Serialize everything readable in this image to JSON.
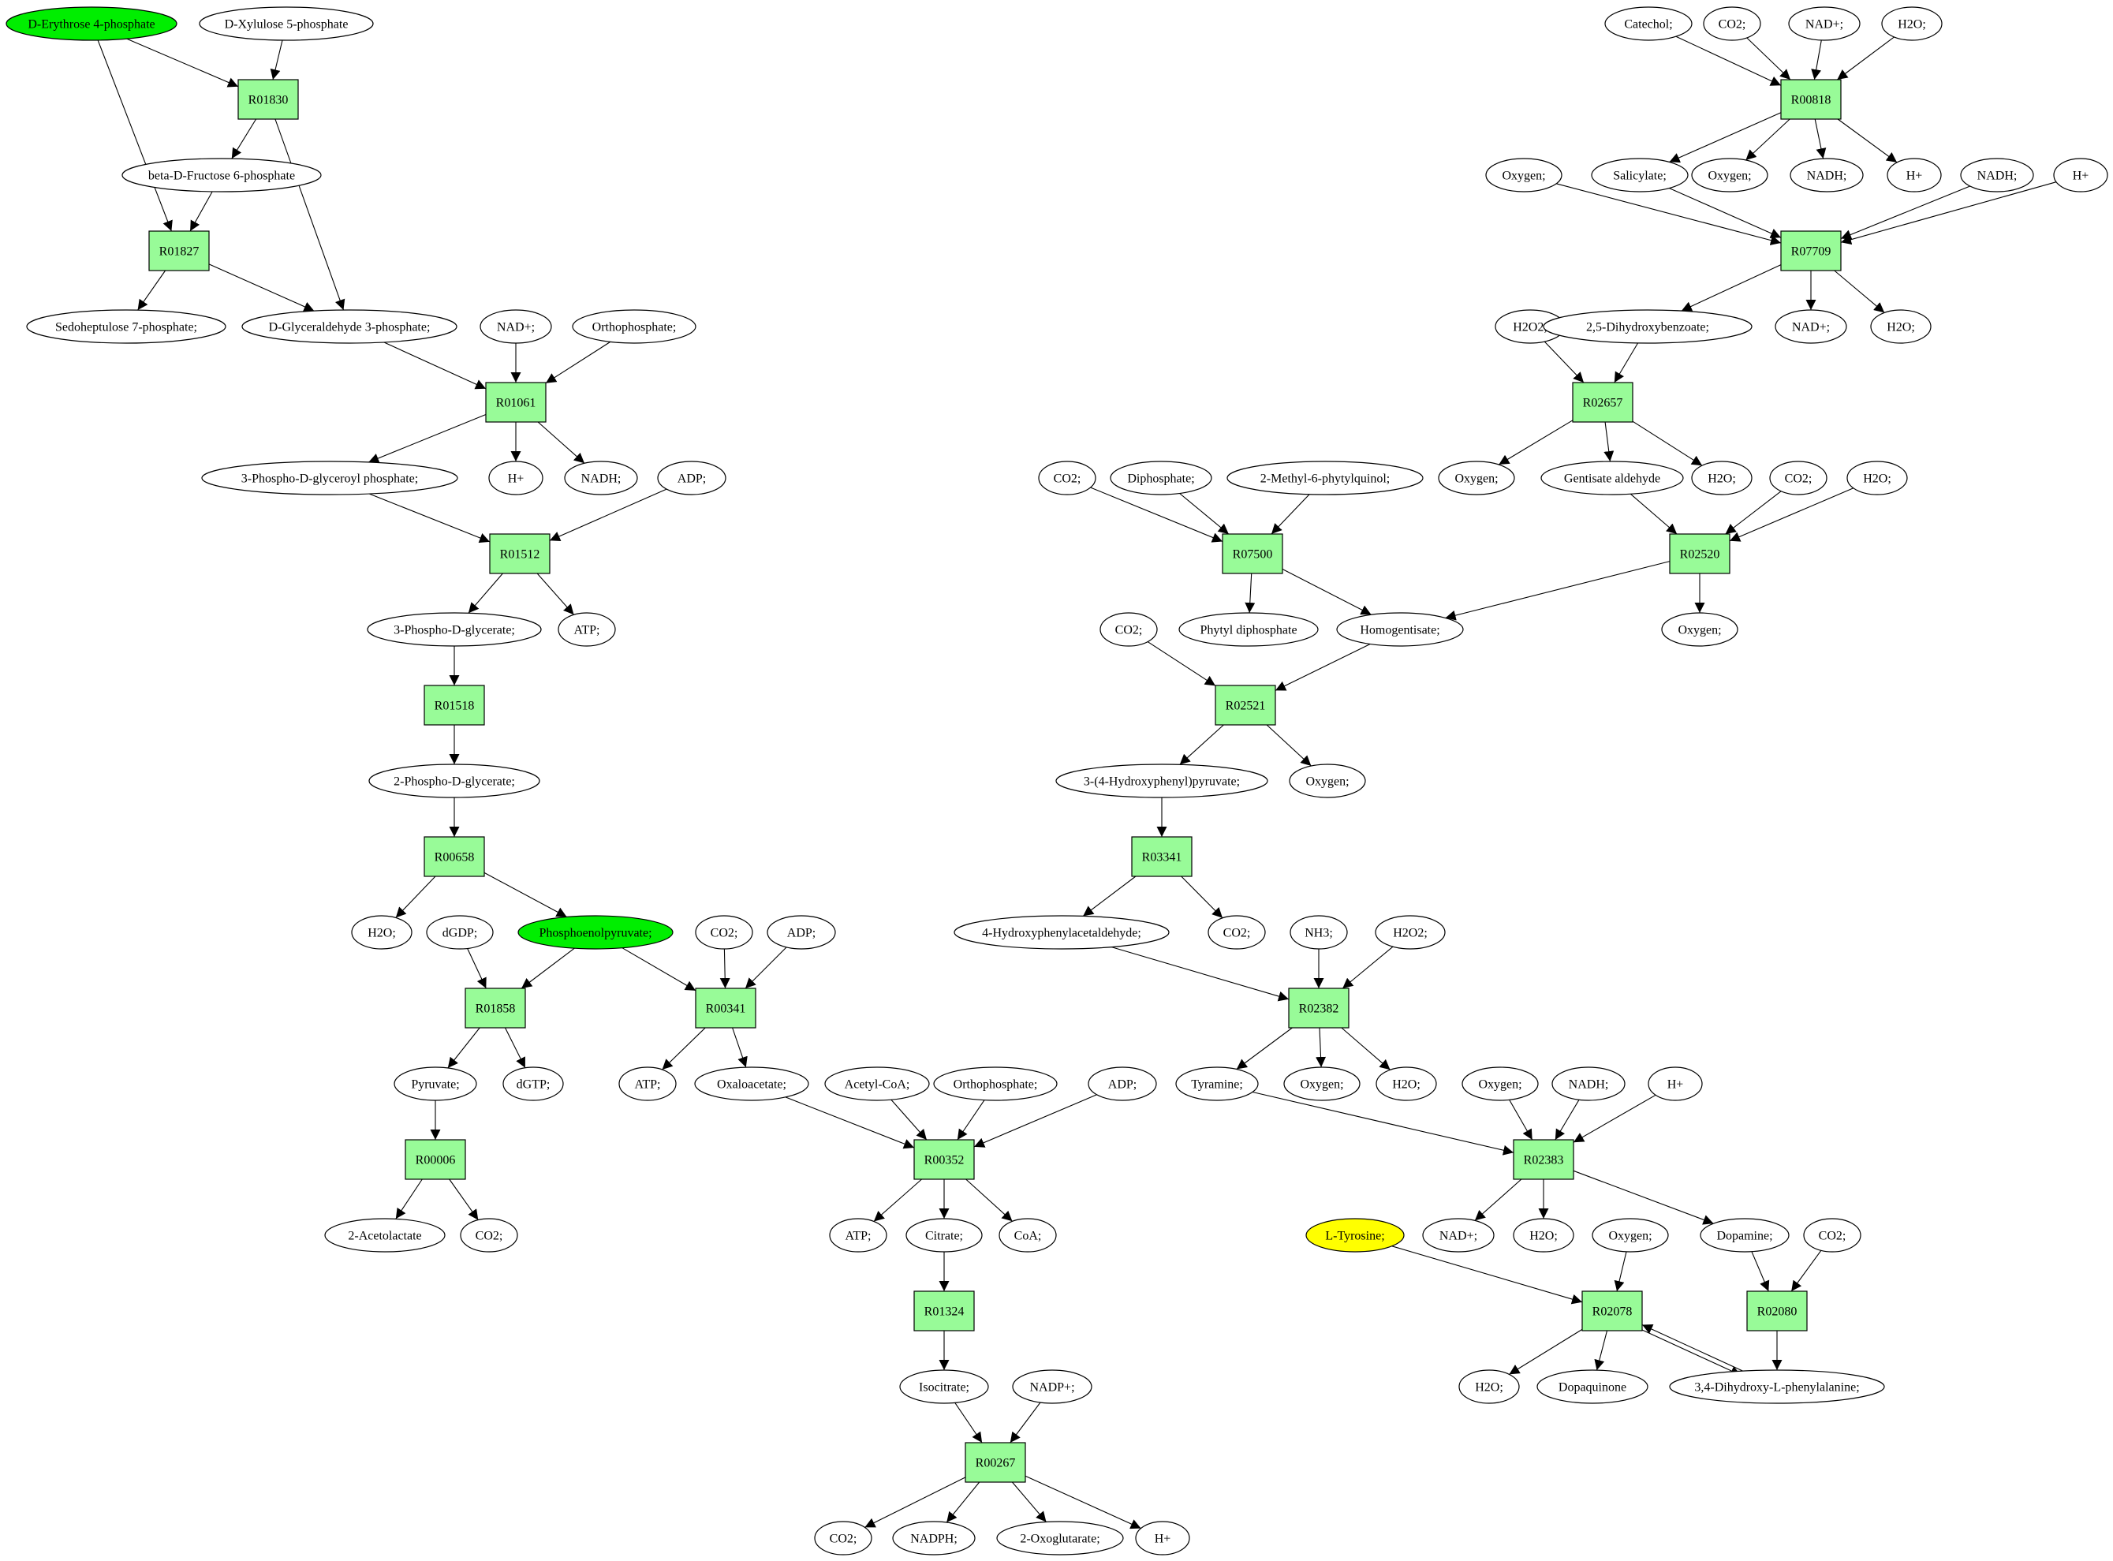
{
  "colors": {
    "reaction_fill": "#98fb98",
    "metabolite_fill": "#ffffff",
    "start_fill": "#00ee00",
    "target_fill": "#ffff00",
    "edge": "#000000"
  },
  "nodes": [
    {
      "id": "m_e4p",
      "label": "D-Erythrose 4-phosphate",
      "kind": "met",
      "fill": "#00ee00"
    },
    {
      "id": "m_xu5p",
      "label": "D-Xylulose 5-phosphate",
      "kind": "met"
    },
    {
      "id": "r_R01830",
      "label": "R01830",
      "kind": "rxn"
    },
    {
      "id": "m_f6p",
      "label": "beta-D-Fructose 6-phosphate",
      "kind": "met"
    },
    {
      "id": "r_R01827",
      "label": "R01827",
      "kind": "rxn"
    },
    {
      "id": "m_s7p",
      "label": "Sedoheptulose 7-phosphate;",
      "kind": "met"
    },
    {
      "id": "m_g3p",
      "label": "D-Glyceraldehyde 3-phosphate;",
      "kind": "met"
    },
    {
      "id": "m_nad1",
      "label": "NAD+;",
      "kind": "met"
    },
    {
      "id": "m_pi1",
      "label": "Orthophosphate;",
      "kind": "met"
    },
    {
      "id": "r_R01061",
      "label": "R01061",
      "kind": "rxn"
    },
    {
      "id": "m_13bpg",
      "label": "3-Phospho-D-glyceroyl phosphate;",
      "kind": "met"
    },
    {
      "id": "m_h1",
      "label": "H+",
      "kind": "met"
    },
    {
      "id": "m_nadh1",
      "label": "NADH;",
      "kind": "met"
    },
    {
      "id": "m_adp1",
      "label": "ADP;",
      "kind": "met"
    },
    {
      "id": "r_R01512",
      "label": "R01512",
      "kind": "rxn"
    },
    {
      "id": "m_3pg",
      "label": "3-Phospho-D-glycerate;",
      "kind": "met"
    },
    {
      "id": "m_atp1",
      "label": "ATP;",
      "kind": "met"
    },
    {
      "id": "r_R01518",
      "label": "R01518",
      "kind": "rxn"
    },
    {
      "id": "m_2pg",
      "label": "2-Phospho-D-glycerate;",
      "kind": "met"
    },
    {
      "id": "r_R00658",
      "label": "R00658",
      "kind": "rxn"
    },
    {
      "id": "m_h2o1",
      "label": "H2O;",
      "kind": "met"
    },
    {
      "id": "m_dgdp",
      "label": "dGDP;",
      "kind": "met"
    },
    {
      "id": "m_pep",
      "label": "Phosphoenolpyruvate;",
      "kind": "met",
      "fill": "#00ee00"
    },
    {
      "id": "m_co2a",
      "label": "CO2;",
      "kind": "met"
    },
    {
      "id": "m_adp2",
      "label": "ADP;",
      "kind": "met"
    },
    {
      "id": "r_R01858",
      "label": "R01858",
      "kind": "rxn"
    },
    {
      "id": "r_R00341",
      "label": "R00341",
      "kind": "rxn"
    },
    {
      "id": "m_pyr",
      "label": "Pyruvate;",
      "kind": "met"
    },
    {
      "id": "m_dgtp",
      "label": "dGTP;",
      "kind": "met"
    },
    {
      "id": "m_atp2",
      "label": "ATP;",
      "kind": "met"
    },
    {
      "id": "m_oaa",
      "label": "Oxaloacetate;",
      "kind": "met"
    },
    {
      "id": "m_accoa",
      "label": "Acetyl-CoA;",
      "kind": "met"
    },
    {
      "id": "m_pi2",
      "label": "Orthophosphate;",
      "kind": "met"
    },
    {
      "id": "m_adp3",
      "label": "ADP;",
      "kind": "met"
    },
    {
      "id": "r_R00006",
      "label": "R00006",
      "kind": "rxn"
    },
    {
      "id": "r_R00352",
      "label": "R00352",
      "kind": "rxn"
    },
    {
      "id": "m_acl",
      "label": "2-Acetolactate",
      "kind": "met"
    },
    {
      "id": "m_co2b",
      "label": "CO2;",
      "kind": "met"
    },
    {
      "id": "m_atp3",
      "label": "ATP;",
      "kind": "met"
    },
    {
      "id": "m_cit",
      "label": "Citrate;",
      "kind": "met"
    },
    {
      "id": "m_coa",
      "label": "CoA;",
      "kind": "met"
    },
    {
      "id": "r_R01324",
      "label": "R01324",
      "kind": "rxn"
    },
    {
      "id": "m_icit",
      "label": "Isocitrate;",
      "kind": "met"
    },
    {
      "id": "m_nadp",
      "label": "NADP+;",
      "kind": "met"
    },
    {
      "id": "r_R00267",
      "label": "R00267",
      "kind": "rxn"
    },
    {
      "id": "m_co2c",
      "label": "CO2;",
      "kind": "met"
    },
    {
      "id": "m_nadph",
      "label": "NADPH;",
      "kind": "met"
    },
    {
      "id": "m_akg",
      "label": "2-Oxoglutarate;",
      "kind": "met"
    },
    {
      "id": "m_h2",
      "label": "H+",
      "kind": "met"
    },
    {
      "id": "m_catechol",
      "label": "Catechol;",
      "kind": "met"
    },
    {
      "id": "m_co2d",
      "label": "CO2;",
      "kind": "met"
    },
    {
      "id": "m_nad2",
      "label": "NAD+;",
      "kind": "met"
    },
    {
      "id": "m_h2o2",
      "label": "H2O;",
      "kind": "met"
    },
    {
      "id": "r_R00818",
      "label": "R00818",
      "kind": "rxn"
    },
    {
      "id": "m_oxy1",
      "label": "Oxygen;",
      "kind": "met"
    },
    {
      "id": "m_sal",
      "label": "Salicylate;",
      "kind": "met"
    },
    {
      "id": "m_oxy2",
      "label": "Oxygen;",
      "kind": "met"
    },
    {
      "id": "m_nadh2",
      "label": "NADH;",
      "kind": "met"
    },
    {
      "id": "m_h3",
      "label": "H+",
      "kind": "met"
    },
    {
      "id": "m_nadh3",
      "label": "NADH;",
      "kind": "met"
    },
    {
      "id": "m_h4",
      "label": "H+",
      "kind": "met"
    },
    {
      "id": "r_R07709",
      "label": "R07709",
      "kind": "rxn"
    },
    {
      "id": "m_h2o2a",
      "label": "H2O2;",
      "kind": "met"
    },
    {
      "id": "m_25dhb",
      "label": "2,5-Dihydroxybenzoate;",
      "kind": "met"
    },
    {
      "id": "m_nad3",
      "label": "NAD+;",
      "kind": "met"
    },
    {
      "id": "m_h2o3",
      "label": "H2O;",
      "kind": "met"
    },
    {
      "id": "r_R02657",
      "label": "R02657",
      "kind": "rxn"
    },
    {
      "id": "m_co2e",
      "label": "CO2;",
      "kind": "met"
    },
    {
      "id": "m_pp",
      "label": "Diphosphate;",
      "kind": "met"
    },
    {
      "id": "m_mpq",
      "label": "2-Methyl-6-phytylquinol;",
      "kind": "met"
    },
    {
      "id": "m_oxy3",
      "label": "Oxygen;",
      "kind": "met"
    },
    {
      "id": "m_gald",
      "label": "Gentisate aldehyde",
      "kind": "met"
    },
    {
      "id": "m_h2o4",
      "label": "H2O;",
      "kind": "met"
    },
    {
      "id": "m_co2f",
      "label": "CO2;",
      "kind": "met"
    },
    {
      "id": "m_h2o5",
      "label": "H2O;",
      "kind": "met"
    },
    {
      "id": "r_R07500",
      "label": "R07500",
      "kind": "rxn"
    },
    {
      "id": "r_R02520",
      "label": "R02520",
      "kind": "rxn"
    },
    {
      "id": "m_co2g",
      "label": "CO2;",
      "kind": "met"
    },
    {
      "id": "m_phytpp",
      "label": "Phytyl diphosphate",
      "kind": "met"
    },
    {
      "id": "m_hga",
      "label": "Homogentisate;",
      "kind": "met"
    },
    {
      "id": "m_oxy4",
      "label": "Oxygen;",
      "kind": "met"
    },
    {
      "id": "r_R02521",
      "label": "R02521",
      "kind": "rxn"
    },
    {
      "id": "m_hpp",
      "label": "3-(4-Hydroxyphenyl)pyruvate;",
      "kind": "met"
    },
    {
      "id": "m_oxy5",
      "label": "Oxygen;",
      "kind": "met"
    },
    {
      "id": "r_R03341",
      "label": "R03341",
      "kind": "rxn"
    },
    {
      "id": "m_hpaa",
      "label": "4-Hydroxyphenylacetaldehyde;",
      "kind": "met"
    },
    {
      "id": "m_co2h",
      "label": "CO2;",
      "kind": "met"
    },
    {
      "id": "m_nh3",
      "label": "NH3;",
      "kind": "met"
    },
    {
      "id": "m_h2o2b",
      "label": "H2O2;",
      "kind": "met"
    },
    {
      "id": "r_R02382",
      "label": "R02382",
      "kind": "rxn"
    },
    {
      "id": "m_tyra",
      "label": "Tyramine;",
      "kind": "met"
    },
    {
      "id": "m_oxy6",
      "label": "Oxygen;",
      "kind": "met"
    },
    {
      "id": "m_h2o6",
      "label": "H2O;",
      "kind": "met"
    },
    {
      "id": "m_oxy7",
      "label": "Oxygen;",
      "kind": "met"
    },
    {
      "id": "m_nadh4",
      "label": "NADH;",
      "kind": "met"
    },
    {
      "id": "m_h5",
      "label": "H+",
      "kind": "met"
    },
    {
      "id": "r_R02383",
      "label": "R02383",
      "kind": "rxn"
    },
    {
      "id": "m_tyr",
      "label": "L-Tyrosine;",
      "kind": "met",
      "fill": "#ffff00"
    },
    {
      "id": "m_nad4",
      "label": "NAD+;",
      "kind": "met"
    },
    {
      "id": "m_h2o7",
      "label": "H2O;",
      "kind": "met"
    },
    {
      "id": "m_oxy8",
      "label": "Oxygen;",
      "kind": "met"
    },
    {
      "id": "m_dop",
      "label": "Dopamine;",
      "kind": "met"
    },
    {
      "id": "m_co2i",
      "label": "CO2;",
      "kind": "met"
    },
    {
      "id": "r_R02078",
      "label": "R02078",
      "kind": "rxn"
    },
    {
      "id": "r_R02080",
      "label": "R02080",
      "kind": "rxn"
    },
    {
      "id": "m_h2o8",
      "label": "H2O;",
      "kind": "met"
    },
    {
      "id": "m_dq",
      "label": "Dopaquinone",
      "kind": "met"
    },
    {
      "id": "m_dopa",
      "label": "3,4-Dihydroxy-L-phenylalanine;",
      "kind": "met"
    }
  ],
  "edges": [
    [
      "m_e4p",
      "r_R01830"
    ],
    [
      "m_xu5p",
      "r_R01830"
    ],
    [
      "r_R01830",
      "m_f6p"
    ],
    [
      "r_R01830",
      "m_g3p"
    ],
    [
      "m_e4p",
      "r_R01827"
    ],
    [
      "m_f6p",
      "r_R01827"
    ],
    [
      "r_R01827",
      "m_s7p"
    ],
    [
      "r_R01827",
      "m_g3p"
    ],
    [
      "m_g3p",
      "r_R01061"
    ],
    [
      "m_nad1",
      "r_R01061"
    ],
    [
      "m_pi1",
      "r_R01061"
    ],
    [
      "r_R01061",
      "m_13bpg"
    ],
    [
      "r_R01061",
      "m_h1"
    ],
    [
      "r_R01061",
      "m_nadh1"
    ],
    [
      "m_13bpg",
      "r_R01512"
    ],
    [
      "m_adp1",
      "r_R01512"
    ],
    [
      "r_R01512",
      "m_3pg"
    ],
    [
      "r_R01512",
      "m_atp1"
    ],
    [
      "m_3pg",
      "r_R01518"
    ],
    [
      "r_R01518",
      "m_2pg"
    ],
    [
      "m_2pg",
      "r_R00658"
    ],
    [
      "r_R00658",
      "m_h2o1"
    ],
    [
      "r_R00658",
      "m_pep"
    ],
    [
      "m_dgdp",
      "r_R01858"
    ],
    [
      "m_pep",
      "r_R01858"
    ],
    [
      "r_R01858",
      "m_pyr"
    ],
    [
      "r_R01858",
      "m_dgtp"
    ],
    [
      "m_pep",
      "r_R00341"
    ],
    [
      "m_co2a",
      "r_R00341"
    ],
    [
      "m_adp2",
      "r_R00341"
    ],
    [
      "r_R00341",
      "m_atp2"
    ],
    [
      "r_R00341",
      "m_oaa"
    ],
    [
      "m_pyr",
      "r_R00006"
    ],
    [
      "r_R00006",
      "m_acl"
    ],
    [
      "r_R00006",
      "m_co2b"
    ],
    [
      "m_oaa",
      "r_R00352"
    ],
    [
      "m_accoa",
      "r_R00352"
    ],
    [
      "m_pi2",
      "r_R00352"
    ],
    [
      "m_adp3",
      "r_R00352"
    ],
    [
      "r_R00352",
      "m_atp3"
    ],
    [
      "r_R00352",
      "m_cit"
    ],
    [
      "r_R00352",
      "m_coa"
    ],
    [
      "m_cit",
      "r_R01324"
    ],
    [
      "r_R01324",
      "m_icit"
    ],
    [
      "m_icit",
      "r_R00267"
    ],
    [
      "m_nadp",
      "r_R00267"
    ],
    [
      "r_R00267",
      "m_co2c"
    ],
    [
      "r_R00267",
      "m_nadph"
    ],
    [
      "r_R00267",
      "m_akg"
    ],
    [
      "r_R00267",
      "m_h2"
    ],
    [
      "m_catechol",
      "r_R00818"
    ],
    [
      "m_co2d",
      "r_R00818"
    ],
    [
      "m_nad2",
      "r_R00818"
    ],
    [
      "m_h2o2",
      "r_R00818"
    ],
    [
      "r_R00818",
      "m_sal"
    ],
    [
      "r_R00818",
      "m_oxy2"
    ],
    [
      "r_R00818",
      "m_nadh2"
    ],
    [
      "r_R00818",
      "m_h3"
    ],
    [
      "m_oxy1",
      "r_R07709"
    ],
    [
      "m_sal",
      "r_R07709"
    ],
    [
      "m_nadh3",
      "r_R07709"
    ],
    [
      "m_h4",
      "r_R07709"
    ],
    [
      "r_R07709",
      "m_25dhb"
    ],
    [
      "r_R07709",
      "m_nad3"
    ],
    [
      "r_R07709",
      "m_h2o3"
    ],
    [
      "m_h2o2a",
      "r_R02657"
    ],
    [
      "m_25dhb",
      "r_R02657"
    ],
    [
      "r_R02657",
      "m_oxy3"
    ],
    [
      "r_R02657",
      "m_gald"
    ],
    [
      "r_R02657",
      "m_h2o4"
    ],
    [
      "m_gald",
      "r_R02520"
    ],
    [
      "m_co2f",
      "r_R02520"
    ],
    [
      "m_h2o5",
      "r_R02520"
    ],
    [
      "r_R02520",
      "m_hga"
    ],
    [
      "r_R02520",
      "m_oxy4"
    ],
    [
      "m_co2e",
      "r_R07500"
    ],
    [
      "m_pp",
      "r_R07500"
    ],
    [
      "m_mpq",
      "r_R07500"
    ],
    [
      "r_R07500",
      "m_phytpp"
    ],
    [
      "r_R07500",
      "m_hga"
    ],
    [
      "m_co2g",
      "r_R02521"
    ],
    [
      "m_hga",
      "r_R02521"
    ],
    [
      "r_R02521",
      "m_hpp"
    ],
    [
      "r_R02521",
      "m_oxy5"
    ],
    [
      "m_hpp",
      "r_R03341"
    ],
    [
      "r_R03341",
      "m_hpaa"
    ],
    [
      "r_R03341",
      "m_co2h"
    ],
    [
      "m_hpaa",
      "r_R02382"
    ],
    [
      "m_nh3",
      "r_R02382"
    ],
    [
      "m_h2o2b",
      "r_R02382"
    ],
    [
      "r_R02382",
      "m_tyra"
    ],
    [
      "r_R02382",
      "m_oxy6"
    ],
    [
      "r_R02382",
      "m_h2o6"
    ],
    [
      "m_tyra",
      "r_R02383"
    ],
    [
      "m_oxy7",
      "r_R02383"
    ],
    [
      "m_nadh4",
      "r_R02383"
    ],
    [
      "m_h5",
      "r_R02383"
    ],
    [
      "r_R02383",
      "m_nad4"
    ],
    [
      "r_R02383",
      "m_h2o7"
    ],
    [
      "r_R02383",
      "m_dop"
    ],
    [
      "m_tyr",
      "r_R02078"
    ],
    [
      "m_oxy8",
      "r_R02078"
    ],
    [
      "m_dopa",
      "r_R02078"
    ],
    [
      "r_R02078",
      "m_h2o8"
    ],
    [
      "r_R02078",
      "m_dq"
    ],
    [
      "r_R02078",
      "m_dopa"
    ],
    [
      "m_dop",
      "r_R02080"
    ],
    [
      "m_co2i",
      "r_R02080"
    ],
    [
      "r_R02080",
      "m_dopa"
    ]
  ]
}
